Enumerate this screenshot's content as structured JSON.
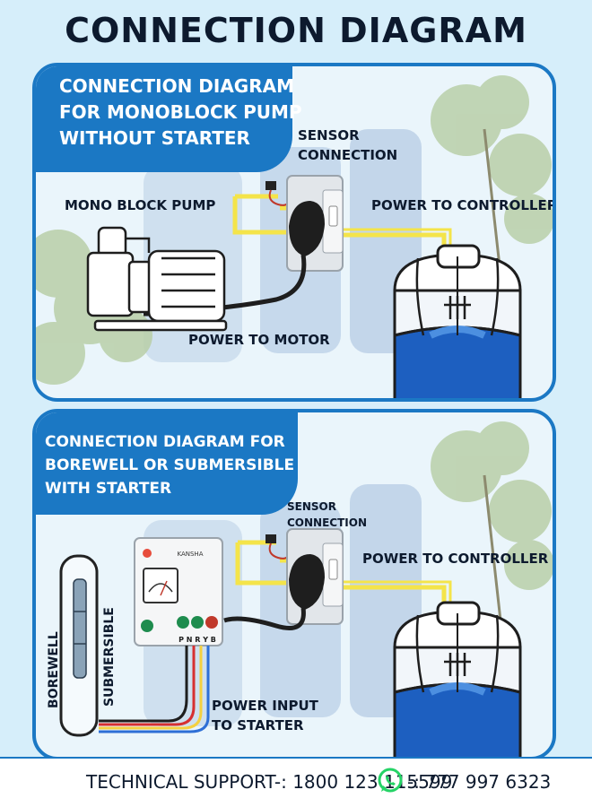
{
  "title": "CONNECTION DIAGRAM",
  "panel1": {
    "heading": [
      "CONNECTION DIAGRAM",
      "FOR MONOBLOCK PUMP",
      "WITHOUT STARTER"
    ],
    "sensor_label": [
      "SENSOR",
      "CONNECTION"
    ],
    "pump_label": "MONO BLOCK PUMP",
    "controller_label": "POWER TO CONTROLLER",
    "motor_label": "POWER TO MOTOR"
  },
  "panel2": {
    "heading": [
      "CONNECTION DIAGRAM FOR",
      "BOREWELL OR SUBMERSIBLE",
      "WITH STARTER"
    ],
    "sensor_label": [
      "SENSOR",
      "CONNECTION"
    ],
    "controller_label": "POWER TO CONTROLLER",
    "starter_label": [
      "POWER INPUT",
      "TO STARTER"
    ],
    "borewell_label": "BOREWELL",
    "submersible_label": "SUBMERSIBLE",
    "starter_brand": "KANSHA",
    "starter_terminals": "P N R Y B"
  },
  "footer": {
    "support_text": "TECHNICAL SUPPORT-: 1800 123 115599",
    "whatsapp_text": "-: 777 997 6323",
    "whatsapp_icon": "whatsapp-icon"
  },
  "colors": {
    "brand_blue": "#1b78c4",
    "tank_blue": "#1d5fc0",
    "wire_yellow": "#f4e44a",
    "whatsapp_green": "#25d366"
  }
}
